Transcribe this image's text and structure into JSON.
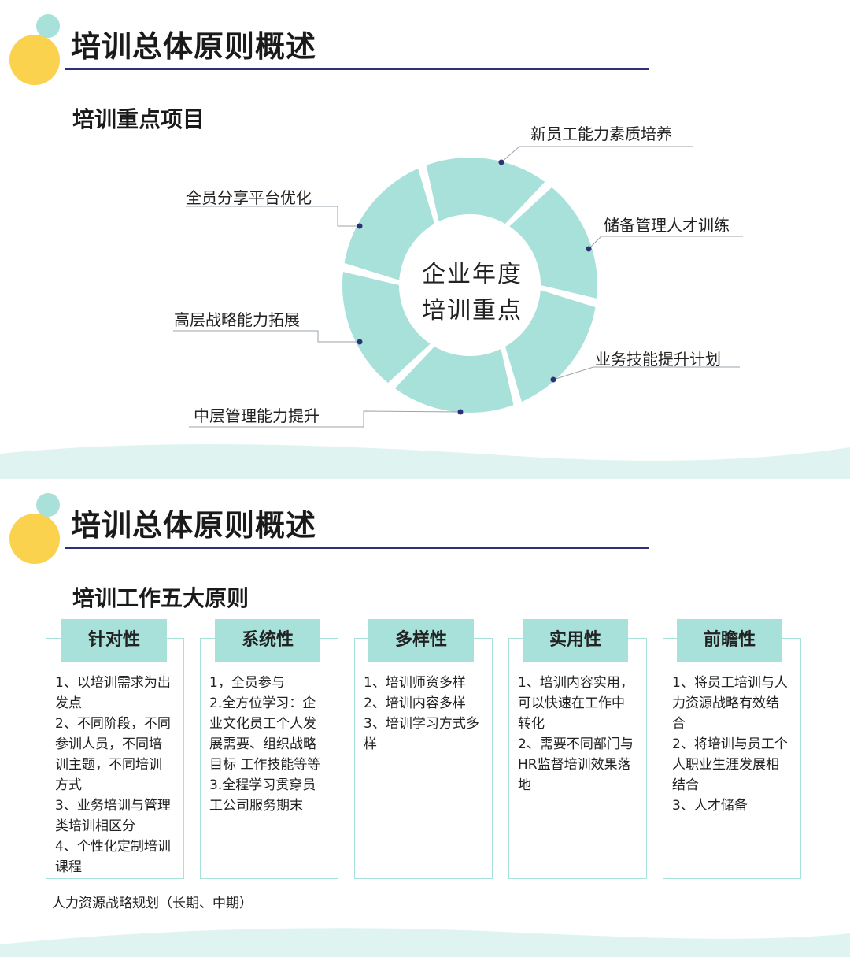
{
  "slide1": {
    "title": "培训总体原则概述",
    "subtitle": "培训重点项目",
    "center_line1": "企业年度",
    "center_line2": "培训重点",
    "items": [
      "新员工能力素质培养",
      "储备管理人才训练",
      "业务技能提升计划",
      "中层管理能力提升",
      "高层战略能力拓展",
      "全员分享平台优化"
    ]
  },
  "slide2": {
    "title": "培训总体原则概述",
    "subtitle": "培训工作五大原则",
    "principles": [
      {
        "name": "针对性",
        "lines": [
          "1、以培训需求为出",
          "发点",
          "2、不同阶段，不同",
          "参训人员，不同培",
          "训主题，不同培训",
          "方式",
          "3、业务培训与管理",
          "类培训相区分",
          "4、个性化定制培训",
          "课程"
        ]
      },
      {
        "name": "系统性",
        "lines": [
          "1，全员参与",
          "2.全方位学习：企",
          "业文化员工个人发",
          "展需要、组织战略",
          "目标 工作技能等等",
          "3.全程学习贯穿员",
          "工公司服务期末"
        ]
      },
      {
        "name": "多样性",
        "lines": [
          "1、培训师资多样",
          "2、培训内容多样",
          "3、培训学习方式多",
          "样"
        ]
      },
      {
        "name": "实用性",
        "lines": [
          "1、培训内容实用，",
          "可以快速在工作中",
          "转化",
          "2、需要不同部门与",
          "HR监督培训效果落",
          "地"
        ]
      },
      {
        "name": "前瞻性",
        "lines": [
          "1、将员工培训与人",
          "力资源战略有效结",
          "合",
          "2、将培训与员工个",
          "人职业生涯发展相",
          "结合",
          "3、人才储备"
        ]
      }
    ],
    "footnote": "人力资源战略规划（长期、中期）"
  },
  "colors": {
    "teal": "#a8e0da",
    "yellow": "#fbd24e",
    "navy": "#2f3178",
    "wave": "#dff4f1"
  }
}
